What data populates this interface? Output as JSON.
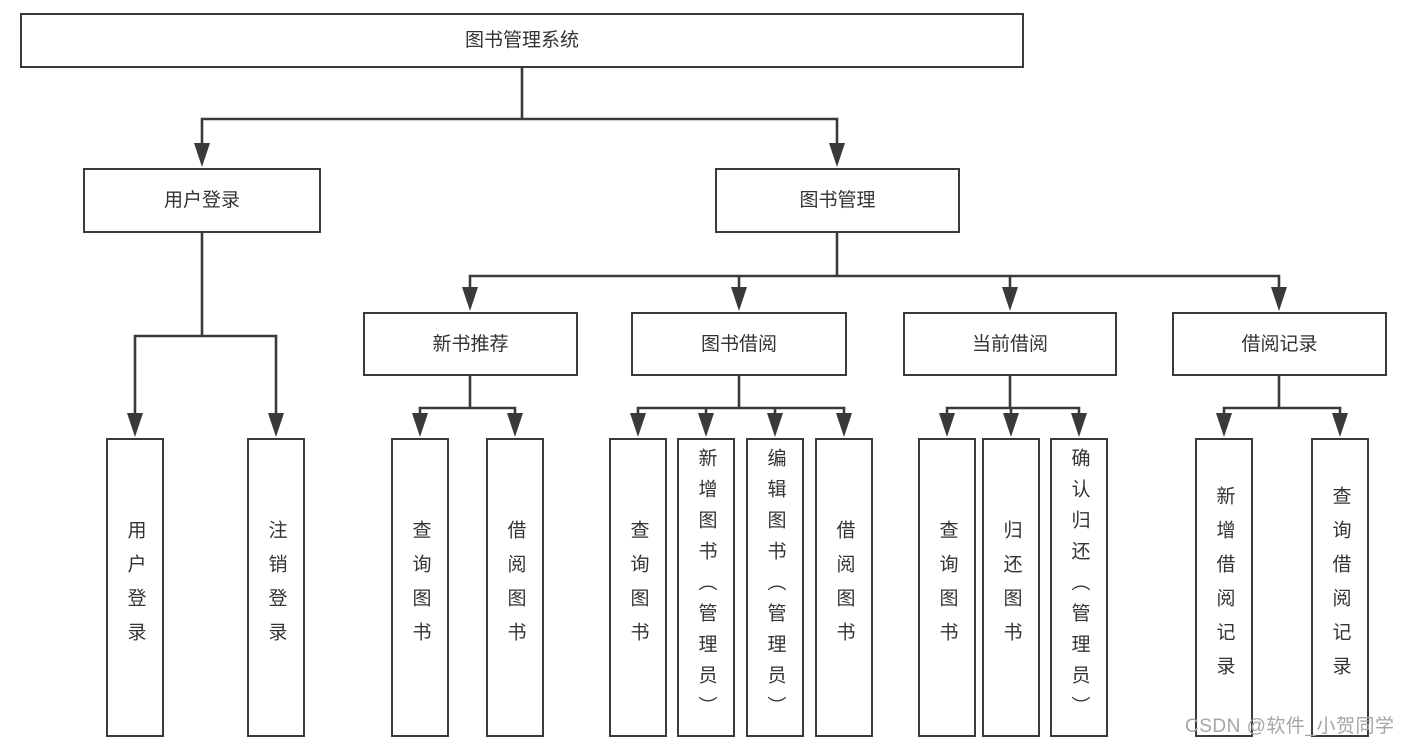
{
  "diagram": {
    "root": {
      "label": "图书管理系统"
    },
    "children": [
      {
        "label": "用户登录",
        "children": [
          {
            "label": "用户登录"
          },
          {
            "label": "注销登录"
          }
        ]
      },
      {
        "label": "图书管理",
        "children": [
          {
            "label": "新书推荐",
            "children": [
              {
                "label": "查询图书"
              },
              {
                "label": "借阅图书"
              }
            ]
          },
          {
            "label": "图书借阅",
            "children": [
              {
                "label": "查询图书"
              },
              {
                "label": "新增图书（管理员）"
              },
              {
                "label": "编辑图书（管理员）"
              },
              {
                "label": "借阅图书"
              }
            ]
          },
          {
            "label": "当前借阅",
            "children": [
              {
                "label": "查询图书"
              },
              {
                "label": "归还图书"
              },
              {
                "label": "确认归还（管理员）"
              }
            ]
          },
          {
            "label": "借阅记录",
            "children": [
              {
                "label": "新增借阅记录"
              },
              {
                "label": "查询借阅记录"
              }
            ]
          }
        ]
      }
    ]
  },
  "watermark": {
    "text": "CSDN @软件_小贺同学"
  },
  "colors": {
    "line": "#3a3a3a",
    "text": "#333333",
    "watermark": "#a6a6a6",
    "background": "#ffffff"
  }
}
